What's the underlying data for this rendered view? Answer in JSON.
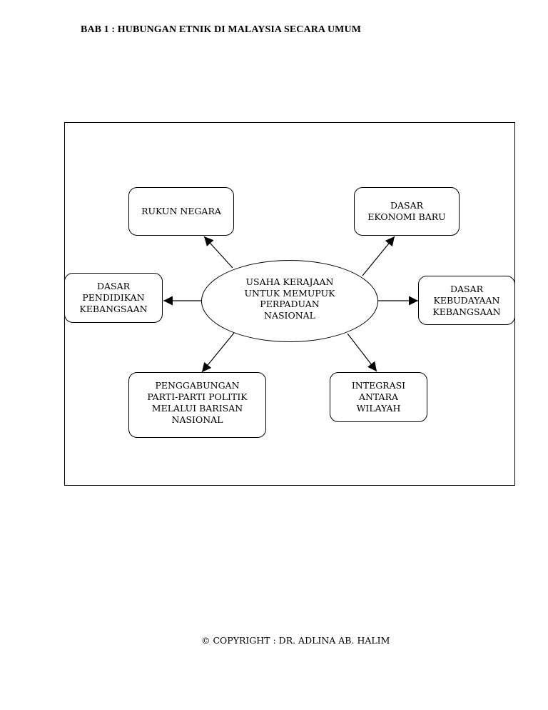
{
  "header": {
    "title": "BAB 1 : HUBUNGAN ETNIK DI MALAYSIA SECARA UMUM"
  },
  "diagram": {
    "center": "USAHA KERAJAAN\nUNTUK MEMUPUK\nPERPADUAN\nNASIONAL",
    "nodes": {
      "rukun": "RUKUN NEGARA",
      "ekonomi": "DASAR\nEKONOMI BARU",
      "pendidikan": "DASAR\nPENDIDIKAN\nKEBANGSAAN",
      "budaya": "DASAR\nKEBUDAYAAN\nKEBANGSAAN",
      "parti": "PENGGABUNGAN\nPARTI-PARTI POLITIK\nMELALUI BARISAN\nNASIONAL",
      "integrasi": "INTEGRASI\nANTARA\nWILAYAH"
    }
  },
  "footer": {
    "copyright": "© COPYRIGHT : DR. ADLINA AB. HALIM"
  }
}
